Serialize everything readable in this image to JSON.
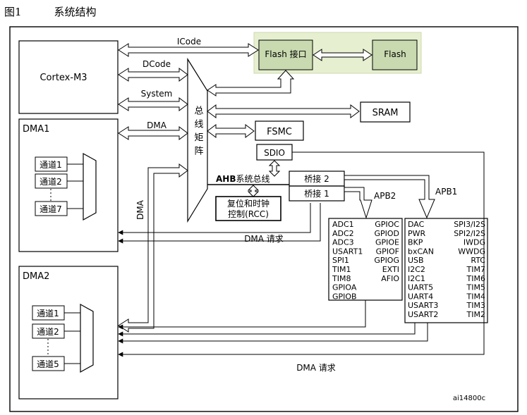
{
  "figure": {
    "number": "图1",
    "title": "系统结构"
  },
  "diagram": {
    "cortex": "Cortex-M3",
    "bus_icode": "ICode",
    "bus_dcode": "DCode",
    "bus_system": "System",
    "bus_dma": "DMA",
    "bus_matrix": "总线矩阵",
    "flash_interface": "Flash 接口",
    "flash": "Flash",
    "sram": "SRAM",
    "fsmc": "FSMC",
    "sdio": "SDIO",
    "ahb_prefix": "AHB",
    "ahb_suffix": "系统总线",
    "bridge2": "桥接 2",
    "bridge1": "桥接 1",
    "rcc_line1": "复位和时钟",
    "rcc_line2": "控制(RCC)",
    "apb2": "APB2",
    "apb1": "APB1",
    "dma1": "DMA1",
    "dma2": "DMA2",
    "dma1_channels": [
      "通道1",
      "通道2",
      "通道7"
    ],
    "dma2_channels": [
      "通道1",
      "通道2",
      "通道5"
    ],
    "dma_vertical": "DMA",
    "dma_request_top": "DMA 请求",
    "dma_request_bottom": "DMA 请求",
    "apb2_col1": [
      "ADC1",
      "ADC2",
      "ADC3",
      "USART1",
      "SPI1",
      "TIM1",
      "TIM8",
      "GPIOA",
      "GPIOB"
    ],
    "apb2_col2": [
      "GPIOC",
      "GPIOD",
      "GPIOE",
      "GPIOF",
      "GPIOG",
      "EXTI",
      "AFIO"
    ],
    "apb1_col1": [
      "DAC",
      "PWR",
      "BKP",
      "bxCAN",
      "USB",
      "I2C2",
      "I2C1",
      "UART5",
      "UART4",
      "USART3",
      "USART2"
    ],
    "apb1_col2": [
      "SPI3/I2S",
      "SPI2/I2S",
      "IWDG",
      "WWDG",
      "RTC",
      "TIM7",
      "TIM6",
      "TIM5",
      "TIM4",
      "TIM3",
      "TIM2"
    ],
    "figure_id": "ai14800c"
  },
  "colors": {
    "flash_bg": "#e6efcf",
    "flash_box": "#c9dab0",
    "line": "#000000"
  }
}
